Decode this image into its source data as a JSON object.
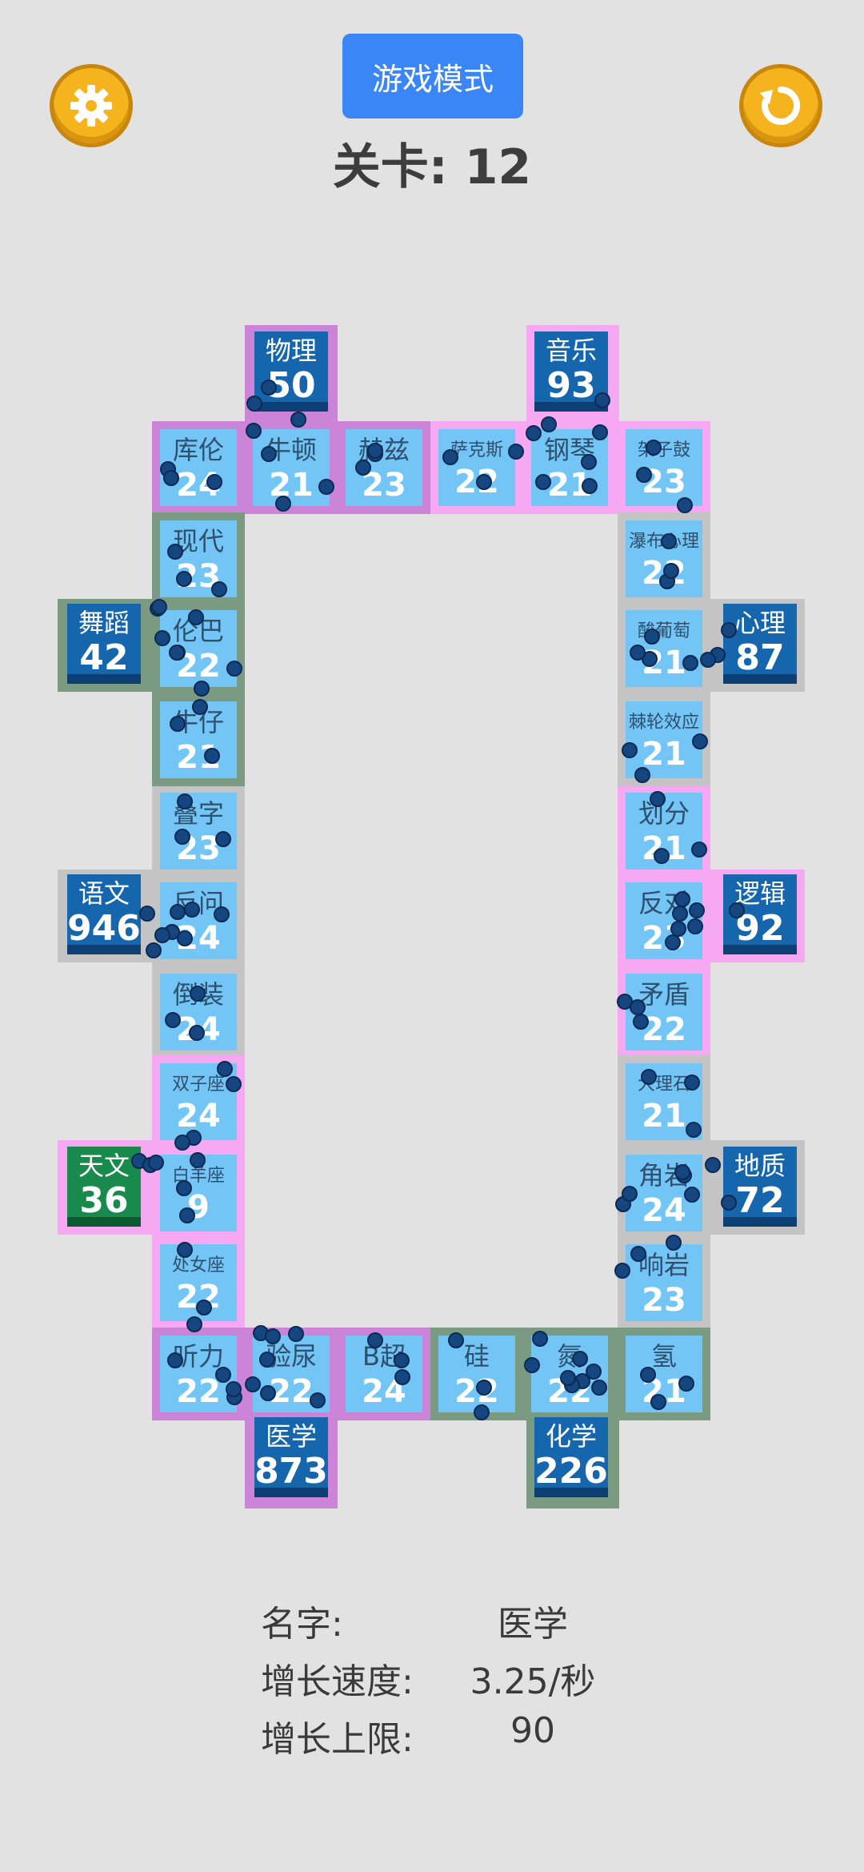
{
  "header": {
    "mode_label": "游戏模式",
    "level_label": "关卡:",
    "level_value": "12",
    "settings_icon": "gear-icon",
    "restart_icon": "restart-icon"
  },
  "colors": {
    "tile": "#72c5f4",
    "tile_text": "#2f4f6f",
    "hub_blue": "#1566ad",
    "hub_green": "#178a4c",
    "magenta_band": "#cc84d8",
    "pink_band": "#f6a9f2",
    "gray_band": "#c4c4c4",
    "green_band": "#7a9a82",
    "unit": "#16467f"
  },
  "board": {
    "tiles": [
      {
        "id": "kulun",
        "name": "库伦",
        "value": "24"
      },
      {
        "id": "niudun",
        "name": "牛顿",
        "value": "21"
      },
      {
        "id": "hexian",
        "name": "赫兹",
        "value": "23"
      },
      {
        "id": "sakesi",
        "name": "萨克斯",
        "value": "22"
      },
      {
        "id": "gangqin",
        "name": "钢琴",
        "value": "21"
      },
      {
        "id": "jiazigu",
        "name": "架子鼓",
        "value": "23"
      },
      {
        "id": "xiandai",
        "name": "现代",
        "value": "23"
      },
      {
        "id": "lunba",
        "name": "伦巴",
        "value": "22"
      },
      {
        "id": "niuzai",
        "name": "牛仔",
        "value": "21"
      },
      {
        "id": "diezi",
        "name": "叠字",
        "value": "23"
      },
      {
        "id": "fanwen",
        "name": "反问",
        "value": "24"
      },
      {
        "id": "daozhuang",
        "name": "倒装",
        "value": "24"
      },
      {
        "id": "shuangzi",
        "name": "双子座",
        "value": "24"
      },
      {
        "id": "baiyang",
        "name": "白羊座",
        "value": "9"
      },
      {
        "id": "chunv",
        "name": "处女座",
        "value": "22"
      },
      {
        "id": "tingli",
        "name": "听力",
        "value": "22"
      },
      {
        "id": "yanniao",
        "name": "验尿",
        "value": "22"
      },
      {
        "id": "bchao",
        "name": "B超",
        "value": "24"
      },
      {
        "id": "gui",
        "name": "硅",
        "value": "22"
      },
      {
        "id": "dan",
        "name": "氮",
        "value": "22"
      },
      {
        "id": "qing",
        "name": "氢",
        "value": "21"
      },
      {
        "id": "pubu",
        "name": "瀑布心理",
        "value": "22"
      },
      {
        "id": "putao",
        "name": "酸葡萄",
        "value": "21"
      },
      {
        "id": "jilun",
        "name": "棘轮效应",
        "value": "21"
      },
      {
        "id": "huafen",
        "name": "划分",
        "value": "21"
      },
      {
        "id": "fandui",
        "name": "反对",
        "value": "23"
      },
      {
        "id": "maodun",
        "name": "矛盾",
        "value": "22"
      },
      {
        "id": "dalishi",
        "name": "大理石",
        "value": "21"
      },
      {
        "id": "jiaoyan",
        "name": "角岩",
        "value": "24"
      },
      {
        "id": "xiangyan",
        "name": "响岩",
        "value": "23"
      }
    ],
    "hubs": [
      {
        "id": "wuli",
        "name": "物理",
        "value": "50"
      },
      {
        "id": "yinyue",
        "name": "音乐",
        "value": "93"
      },
      {
        "id": "wudao",
        "name": "舞蹈",
        "value": "42"
      },
      {
        "id": "xinli",
        "name": "心理",
        "value": "87"
      },
      {
        "id": "yuwen",
        "name": "语文",
        "value": "946"
      },
      {
        "id": "luoji",
        "name": "逻辑",
        "value": "92"
      },
      {
        "id": "tianwen",
        "name": "天文",
        "value": "36"
      },
      {
        "id": "dizhi",
        "name": "地质",
        "value": "72"
      },
      {
        "id": "yixue",
        "name": "医学",
        "value": "873"
      },
      {
        "id": "huaxue",
        "name": "化学",
        "value": "226"
      }
    ]
  },
  "info": {
    "name_label": "名字:",
    "name_value": "医学",
    "rate_label": "增长速度:",
    "rate_value": "3.25/秒",
    "cap_label": "增长上限:",
    "cap_value": "90"
  }
}
